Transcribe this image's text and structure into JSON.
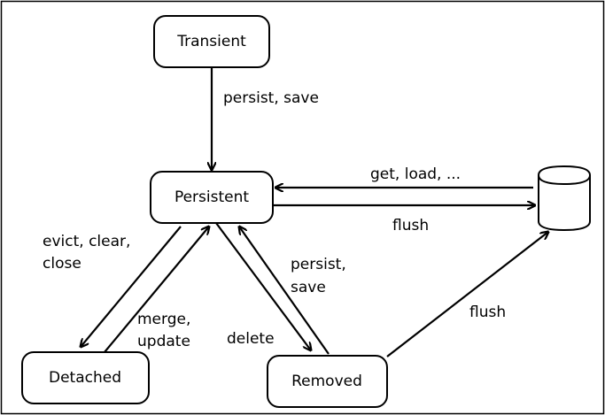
{
  "diagram": {
    "states": {
      "transient": "Transient",
      "persistent": "Persistent",
      "detached": "Detached",
      "removed": "Removed"
    },
    "edge_labels": {
      "persist_save": "persist, save",
      "get_load": "get, load, ...",
      "flush_top": "flush",
      "evict_line1": "evict, clear,",
      "evict_line2": "close",
      "merge_line1": "merge,",
      "merge_line2": "update",
      "persist_line1": "persist,",
      "persist_line2": "save",
      "delete": "delete",
      "flush_bottom": "flush"
    },
    "database_icon": "database-cylinder-icon"
  }
}
